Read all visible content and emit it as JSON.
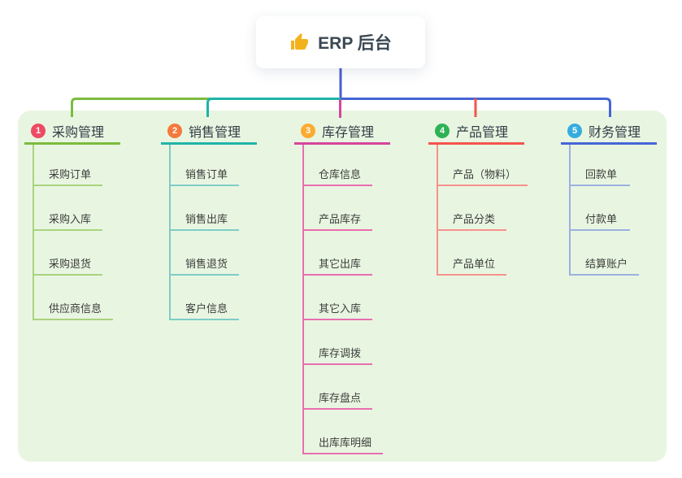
{
  "colors": {
    "page_bg": "#ffffff",
    "panel_bg": "#e8f6e1",
    "root_line": "#4a5ecf",
    "root_text": "#3b4753",
    "thumb": "#f2b21d"
  },
  "root": {
    "title": "ERP 后台",
    "icon": "thumbs-up-icon"
  },
  "branches": [
    {
      "number": "1",
      "title": "采购管理",
      "badge_color": "#ee4a63",
      "line_color": "#7cbb3f",
      "light_color": "#a9d37e",
      "children": [
        "采购订单",
        "采购入库",
        "采购退货",
        "供应商信息"
      ]
    },
    {
      "number": "2",
      "title": "销售管理",
      "badge_color": "#f5793b",
      "line_color": "#1fb3a9",
      "light_color": "#7fccc6",
      "children": [
        "销售订单",
        "销售出库",
        "销售退货",
        "客户信息"
      ]
    },
    {
      "number": "3",
      "title": "库存管理",
      "badge_color": "#fbab32",
      "line_color": "#d6459c",
      "light_color": "#ea6eb0",
      "children": [
        "仓库信息",
        "产品库存",
        "其它出库",
        "其它入库",
        "库存调拨",
        "库存盘点",
        "出库库明细"
      ]
    },
    {
      "number": "4",
      "title": "产品管理",
      "badge_color": "#2fb256",
      "line_color": "#f5534d",
      "light_color": "#f7918d",
      "children": [
        "产品（物料）",
        "产品分类",
        "产品单位"
      ]
    },
    {
      "number": "5",
      "title": "财务管理",
      "badge_color": "#35ace0",
      "line_color": "#4565d6",
      "light_color": "#9dafe0",
      "children": [
        "回款单",
        "付款单",
        "结算账户"
      ]
    }
  ]
}
